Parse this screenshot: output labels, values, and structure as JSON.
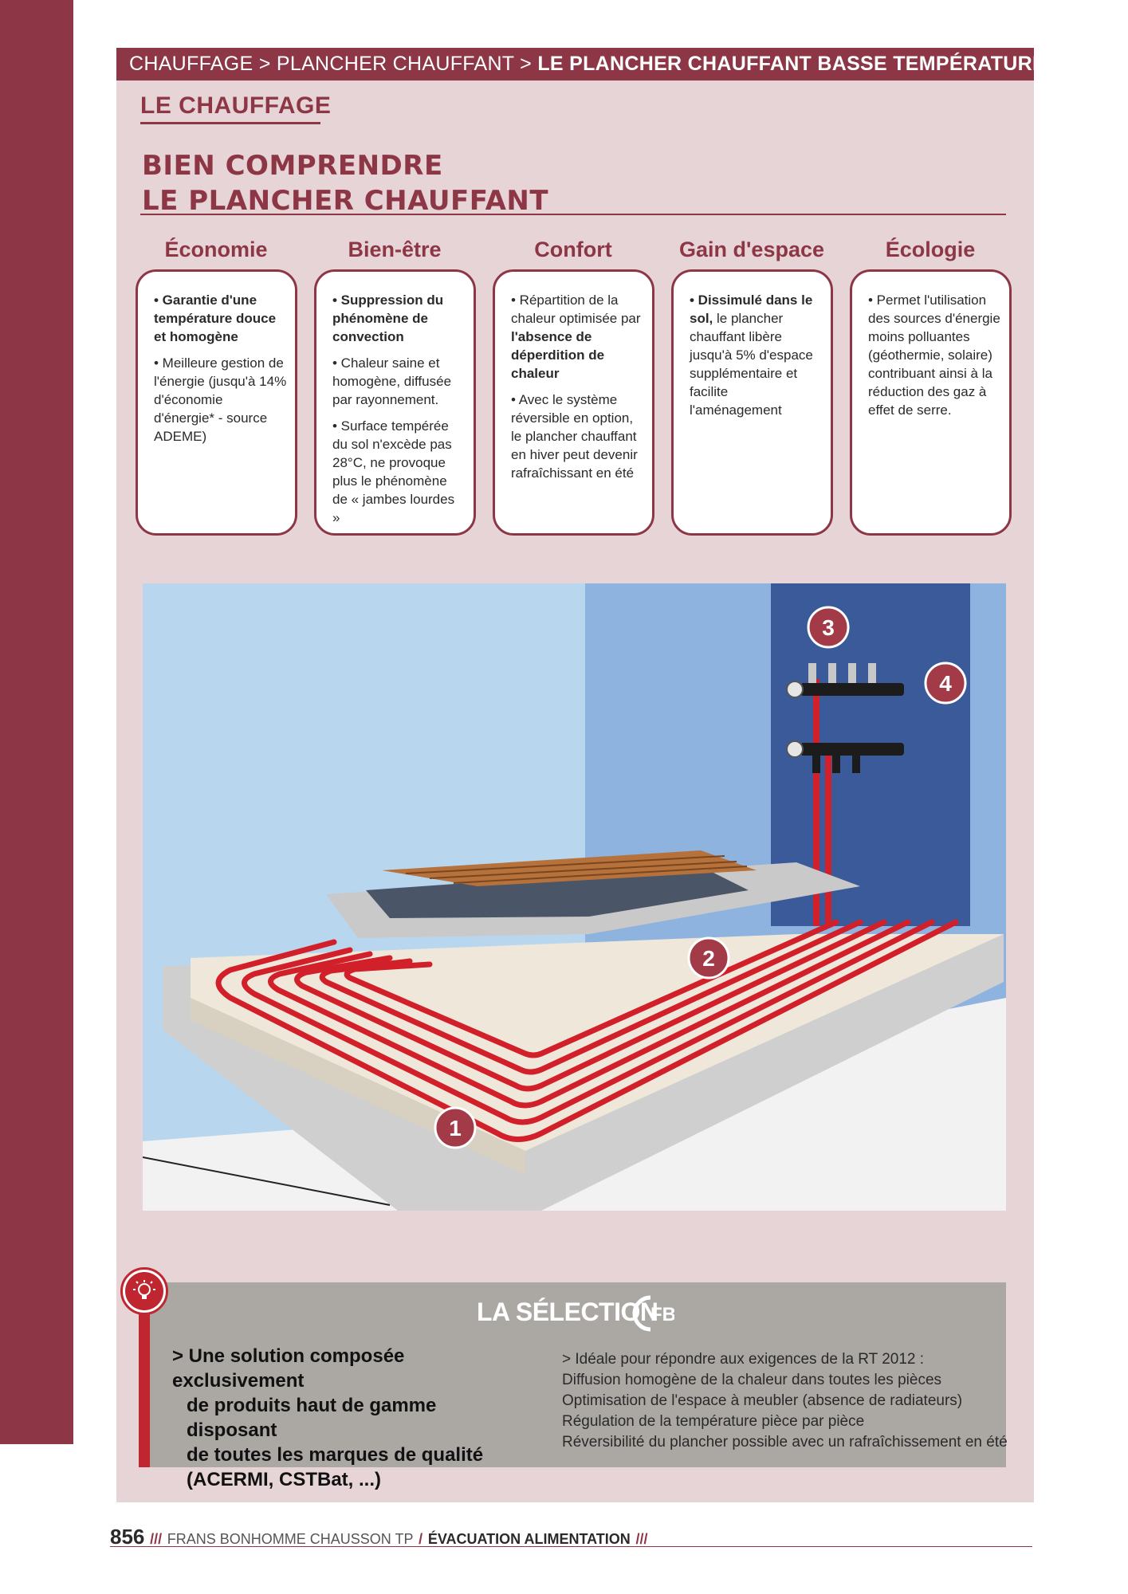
{
  "breadcrumb": {
    "path": "CHAUFFAGE > PLANCHER CHAUFFANT > ",
    "current": "LE PLANCHER CHAUFFANT BASSE TEMPÉRATURE"
  },
  "section": {
    "title": "LE CHAUFFAGE"
  },
  "heading": {
    "line1": "BIEN COMPRENDRE",
    "line2": "LE PLANCHER CHAUFFANT"
  },
  "benefits": [
    {
      "title": "Économie",
      "bullets": [
        {
          "strong": "• Garantie d'une température douce et homogène",
          "text": ""
        },
        {
          "strong": "",
          "text": "• Meilleure gestion de l'énergie (jusqu'à 14% d'économie d'énergie* - source ADEME)"
        }
      ]
    },
    {
      "title": "Bien-être",
      "bullets": [
        {
          "strong": "• Suppression du phénomène de convection",
          "text": ""
        },
        {
          "strong": "",
          "text": "• Chaleur saine et homogène, diffusée par rayonnement."
        },
        {
          "strong": "",
          "text": "• Surface tempérée du sol n'excède pas 28°C, ne provoque plus le phénomène de « jambes lourdes »"
        }
      ]
    },
    {
      "title": "Confort",
      "bullets": [
        {
          "text": "• Répartition de la chaleur optimisée par ",
          "strong": "l'absence de déperdition de chaleur"
        },
        {
          "strong": "",
          "text": "• Avec le système réversible en option, le plancher chauffant en hiver peut devenir rafraîchissant en été"
        }
      ]
    },
    {
      "title": "Gain d'espace",
      "bullets": [
        {
          "strong": "• Dissimulé dans le sol,",
          "text": " le plancher chauffant libère jusqu'à 5% d'espace supplémentaire et facilite l'aménagement"
        }
      ]
    },
    {
      "title": "Écologie",
      "bullets": [
        {
          "strong": "",
          "text": "• Permet l'utilisation des sources d'énergie moins polluantes (géothermie, solaire) contribuant ainsi à la réduction des gaz à effet de serre."
        }
      ]
    }
  ],
  "illustration": {
    "markers": [
      "1",
      "2",
      "3",
      "4"
    ]
  },
  "selection": {
    "title": "LA SÉLECTION",
    "logo_text": "FB",
    "left_line1": "> Une solution composée exclusivement",
    "left_line2": "de produits haut de gamme disposant",
    "left_line3": "de toutes les marques de qualité",
    "left_line4": "(ACERMI, CSTBat, ...)",
    "right_lines": [
      "> Idéale pour répondre aux exigences de la RT 2012 :",
      "Diffusion homogène de la chaleur dans toutes les pièces",
      "Optimisation de l'espace à meubler (absence de radiateurs)",
      "Régulation de la température pièce par pièce",
      "Réversibilité du plancher possible avec un rafraîchissement en été"
    ]
  },
  "footer": {
    "page": "856",
    "slashes": "///",
    "company": "FRANS BONHOMME CHAUSSON TP",
    "sep": "/",
    "category": "ÉVACUATION ALIMENTATION",
    "end": "///"
  },
  "colors": {
    "brand": "#8d3746",
    "panel": "#e6d4d6",
    "accent_red": "#c0262f",
    "selection_bg": "#aba8a4"
  }
}
